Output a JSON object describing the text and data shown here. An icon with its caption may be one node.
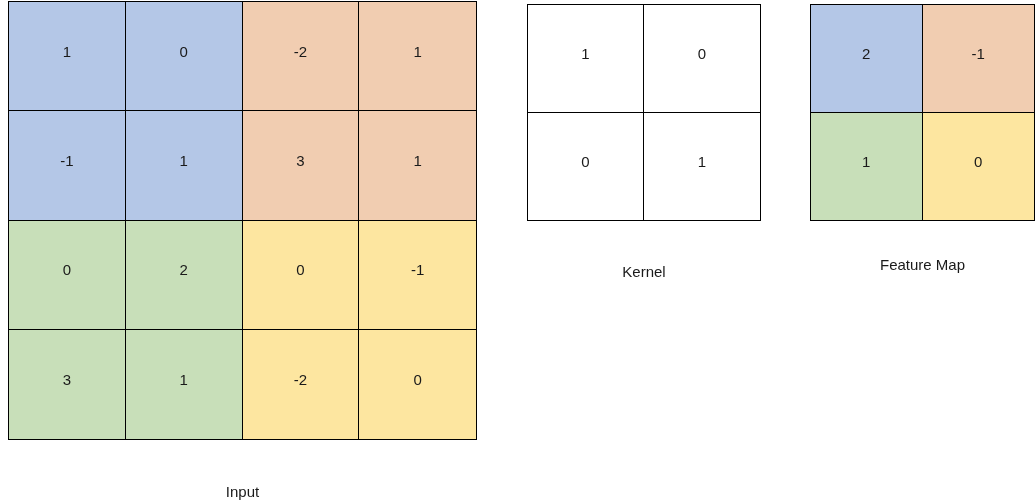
{
  "diagram": {
    "nodes": [
      {
        "text": [
          "Input"
        ]
      },
      {
        "text": [
          "1"
        ],
        "in": 0
      },
      {
        "text": [
          "0"
        ],
        "in": 0
      },
      {
        "text": [
          "-2"
        ],
        "in": 0
      },
      {
        "text": [
          "1"
        ],
        "in": 0
      },
      {
        "text": [
          "-1"
        ],
        "in": 0
      },
      {
        "text": [
          "1"
        ],
        "in": 0
      },
      {
        "text": [
          "3"
        ],
        "in": 0
      },
      {
        "text": [
          "1"
        ],
        "in": 0
      },
      {
        "text": [
          "0"
        ],
        "in": 0
      },
      {
        "text": [
          "2"
        ],
        "in": 0
      },
      {
        "text": [
          "0"
        ],
        "in": 0
      },
      {
        "text": [
          "-1"
        ],
        "in": 0
      },
      {
        "text": [
          "3"
        ],
        "in": 0
      },
      {
        "text": [
          "1"
        ],
        "in": 0
      },
      {
        "text": [
          "-2"
        ],
        "in": 0
      },
      {
        "text": [
          "0"
        ],
        "in": 0
      },
      {
        "text": [
          "Kernel"
        ]
      },
      {
        "text": [
          "1"
        ],
        "in": 17
      },
      {
        "text": [
          "0"
        ],
        "in": 17
      },
      {
        "text": [
          "0"
        ],
        "in": 17
      },
      {
        "text": [
          "1"
        ],
        "in": 17
      },
      {
        "text": [
          "Feature Map"
        ]
      },
      {
        "text": [
          "2"
        ],
        "in": 22
      },
      {
        "text": [
          "-1"
        ],
        "in": 22
      },
      {
        "text": [
          "1"
        ],
        "in": 22
      },
      {
        "text": [
          "0"
        ],
        "in": 22
      }
    ]
  }
}
